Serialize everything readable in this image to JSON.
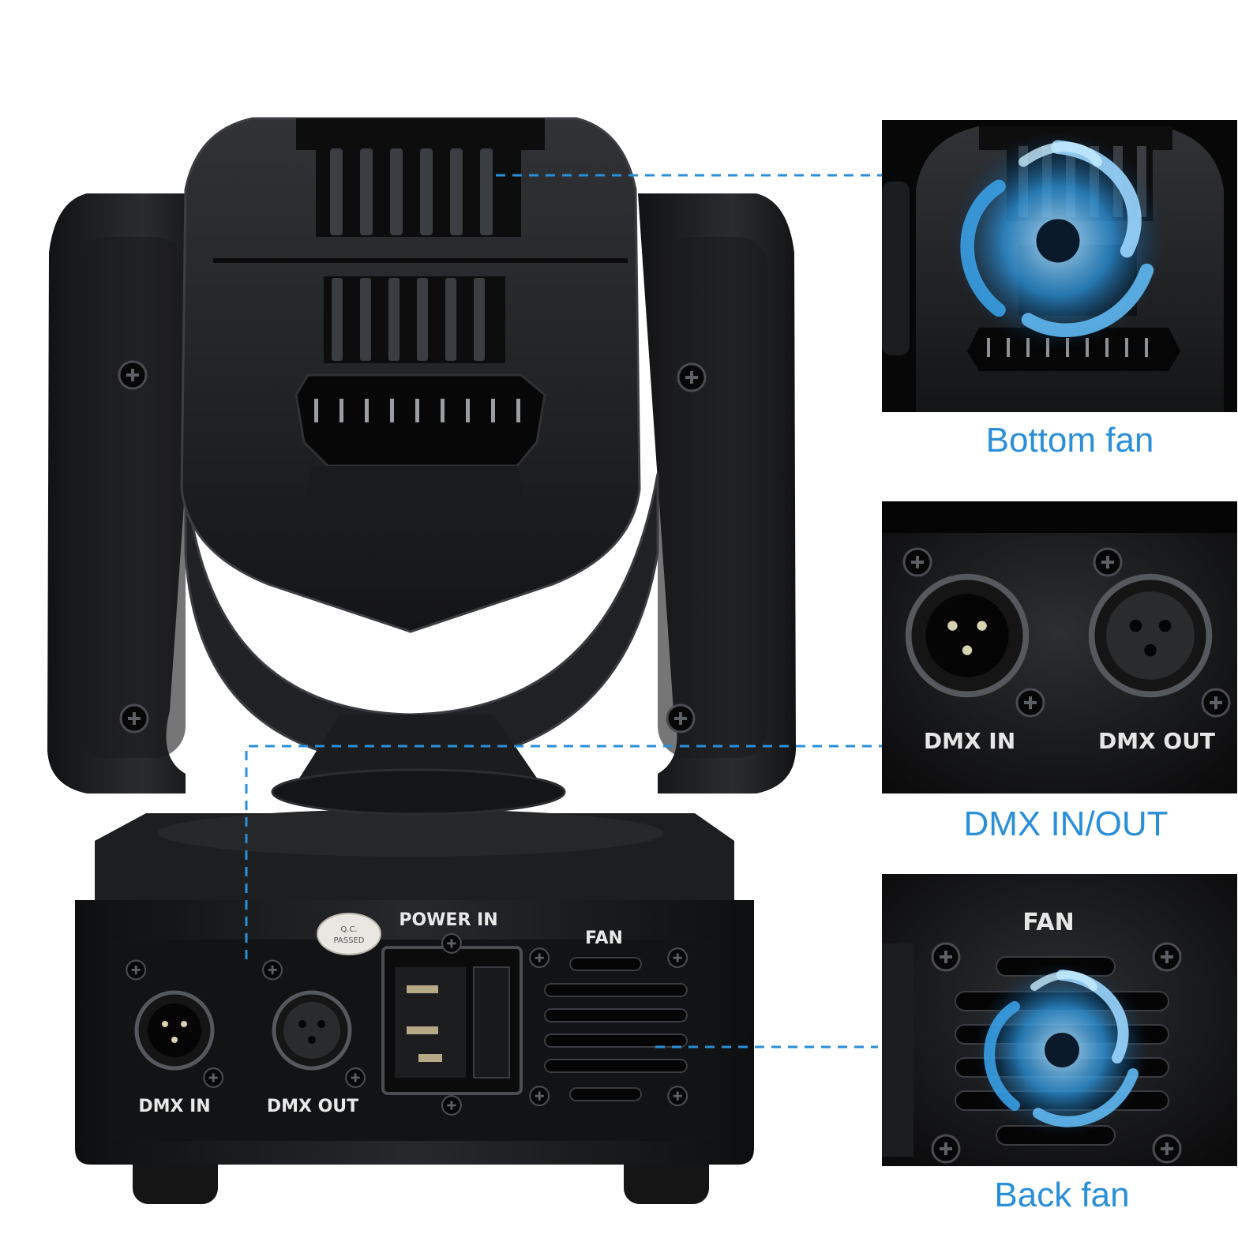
{
  "image": {
    "accent_color": "#2a8fd8",
    "body_color": "#1b1c1e",
    "background_color": "#ffffff"
  },
  "product": {
    "qc_sticker": "Q.C. PASSED",
    "labels": {
      "power_in": "POWER IN",
      "fan": "FAN",
      "dmx_in": "DMX IN",
      "dmx_out": "DMX OUT"
    }
  },
  "callouts": [
    {
      "id": "bottom-fan",
      "caption": "Bottom fan"
    },
    {
      "id": "dmx",
      "caption": "DMX IN/OUT",
      "labels": {
        "dmx_in": "DMX IN",
        "dmx_out": "DMX OUT"
      }
    },
    {
      "id": "back-fan",
      "caption": "Back fan",
      "labels": {
        "fan": "FAN"
      }
    }
  ]
}
